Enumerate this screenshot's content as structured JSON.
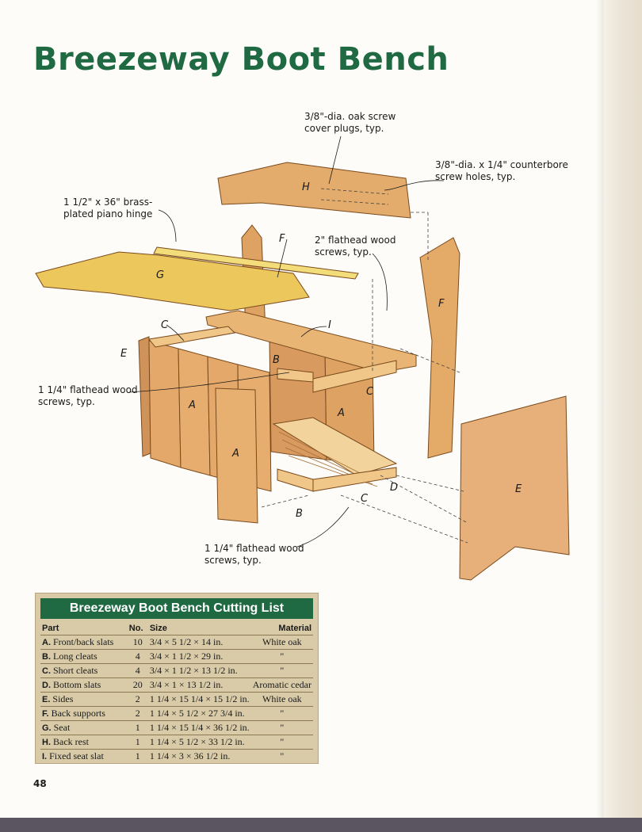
{
  "title": "Breezeway Boot Bench",
  "callouts": {
    "plugs": [
      "3/8\"-dia. oak screw",
      "cover plugs, typ."
    ],
    "counterbore": [
      "3/8\"-dia. x 1/4\" counterbore",
      "screw holes, typ."
    ],
    "hinge": [
      "1 1/2\" x 36\" brass-",
      "plated piano hinge"
    ],
    "screws_2in": [
      "2\" flathead wood",
      "screws, typ."
    ],
    "screws_left": [
      "1 1/4\" flathead wood",
      "screws, typ."
    ],
    "screws_bottom": [
      "1 1/4\" flathead wood",
      "screws, typ."
    ]
  },
  "part_labels": {
    "H": "H",
    "F_back": "F",
    "F_right": "F",
    "G": "G",
    "C_top": "C",
    "I": "I",
    "E_left": "E",
    "B_mid": "B",
    "C_mid": "C",
    "A_left": "A",
    "A_mid": "A",
    "A_front": "A",
    "D": "D",
    "C_bottom": "C",
    "B_bottom": "B",
    "E_right": "E"
  },
  "cutting_list": {
    "title": "Breezeway Boot Bench Cutting List",
    "headers": {
      "part": "Part",
      "no": "No.",
      "size": "Size",
      "material": "Material"
    },
    "rows": [
      {
        "letter": "A.",
        "part": "Front/back slats",
        "no": "10",
        "size": "3/4 × 5 1/2 × 14 in.",
        "material": "White oak"
      },
      {
        "letter": "B.",
        "part": "Long cleats",
        "no": "4",
        "size": "3/4 × 1 1/2 × 29 in.",
        "material": "\""
      },
      {
        "letter": "C.",
        "part": "Short cleats",
        "no": "4",
        "size": "3/4 × 1 1/2 × 13 1/2 in.",
        "material": "\""
      },
      {
        "letter": "D.",
        "part": "Bottom slats",
        "no": "20",
        "size": "3/4 × 1 × 13 1/2 in.",
        "material": "Aromatic cedar"
      },
      {
        "letter": "E.",
        "part": "Sides",
        "no": "2",
        "size": "1 1/4 × 15 1/4 × 15 1/2 in.",
        "material": "White oak"
      },
      {
        "letter": "F.",
        "part": "Back supports",
        "no": "2",
        "size": "1 1/4 × 5 1/2 × 27 3/4 in.",
        "material": "\""
      },
      {
        "letter": "G.",
        "part": "Seat",
        "no": "1",
        "size": "1 1/4 × 15 1/4 × 36 1/2 in.",
        "material": "\""
      },
      {
        "letter": "H.",
        "part": "Back rest",
        "no": "1",
        "size": "1 1/4 × 5 1/2 × 33 1/2 in.",
        "material": "\""
      },
      {
        "letter": "I.",
        "part": "Fixed seat slat",
        "no": "1",
        "size": "1 1/4 × 3 × 36 1/2 in.",
        "material": "\""
      }
    ]
  },
  "page_number": "48",
  "colors": {
    "title_green": "#1f6a43",
    "wood": "#e2a868",
    "seat_yellow": "#e9c85e",
    "table_bg": "#d9cba8"
  }
}
